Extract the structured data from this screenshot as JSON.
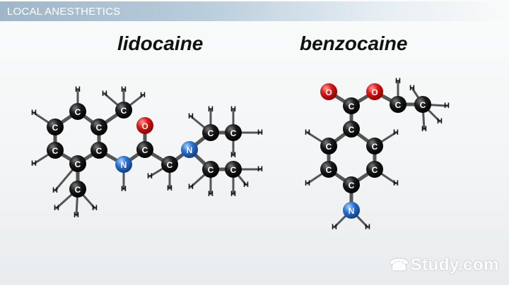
{
  "header": {
    "title": "LOCAL ANESTHETICS"
  },
  "molecules": [
    {
      "id": "lidocaine",
      "name": "lidocaine"
    },
    {
      "id": "benzocaine",
      "name": "benzocaine"
    }
  ],
  "atom_symbols": {
    "carbon": "C",
    "hydrogen": "H",
    "oxygen": "O",
    "nitrogen": "N"
  },
  "colors": {
    "carbon": "#111111",
    "hydrogen": "#ffffff",
    "oxygen": "#e01818",
    "nitrogen": "#2e73d6",
    "bond": "#555555"
  },
  "watermark": {
    "text": "Study.com",
    "logo_icon": "study-com-logo-icon"
  }
}
